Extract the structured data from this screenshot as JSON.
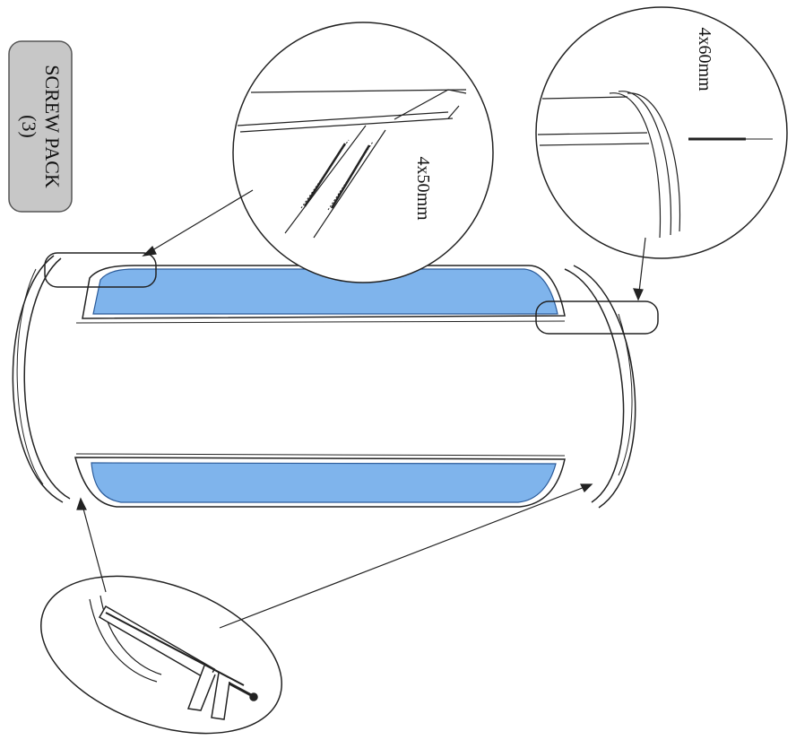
{
  "screw_pack": {
    "line1": "SCREW PACK",
    "line2": "(3)"
  },
  "callouts": {
    "screw_50": "4x50mm",
    "screw_60": "4x60mm"
  },
  "colors": {
    "panel_fill": "#7fb4ec",
    "badge_fill": "#c7c7c7",
    "line": "#222222"
  }
}
